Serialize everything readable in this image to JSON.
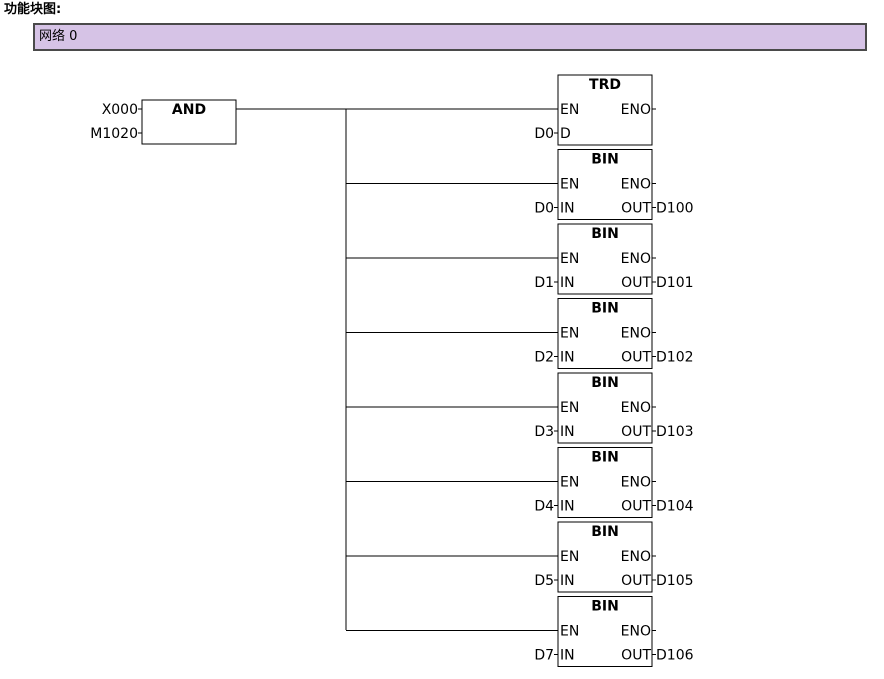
{
  "heading": "功能块图:",
  "network": {
    "label": "网络 0"
  },
  "and_block": {
    "name": "AND",
    "inputs": [
      "X000",
      "M1020"
    ]
  },
  "trd_block": {
    "name": "TRD",
    "en": "EN",
    "eno": "ENO",
    "input_label": "D0",
    "input_pin": "D"
  },
  "bin_blocks": [
    {
      "name": "BIN",
      "en": "EN",
      "eno": "ENO",
      "in_pin": "IN",
      "out_pin": "OUT",
      "input": "D0",
      "output": "D100"
    },
    {
      "name": "BIN",
      "en": "EN",
      "eno": "ENO",
      "in_pin": "IN",
      "out_pin": "OUT",
      "input": "D1",
      "output": "D101"
    },
    {
      "name": "BIN",
      "en": "EN",
      "eno": "ENO",
      "in_pin": "IN",
      "out_pin": "OUT",
      "input": "D2",
      "output": "D102"
    },
    {
      "name": "BIN",
      "en": "EN",
      "eno": "ENO",
      "in_pin": "IN",
      "out_pin": "OUT",
      "input": "D3",
      "output": "D103"
    },
    {
      "name": "BIN",
      "en": "EN",
      "eno": "ENO",
      "in_pin": "IN",
      "out_pin": "OUT",
      "input": "D4",
      "output": "D104"
    },
    {
      "name": "BIN",
      "en": "EN",
      "eno": "ENO",
      "in_pin": "IN",
      "out_pin": "OUT",
      "input": "D5",
      "output": "D105"
    },
    {
      "name": "BIN",
      "en": "EN",
      "eno": "ENO",
      "in_pin": "IN",
      "out_pin": "OUT",
      "input": "D7",
      "output": "D106"
    }
  ]
}
